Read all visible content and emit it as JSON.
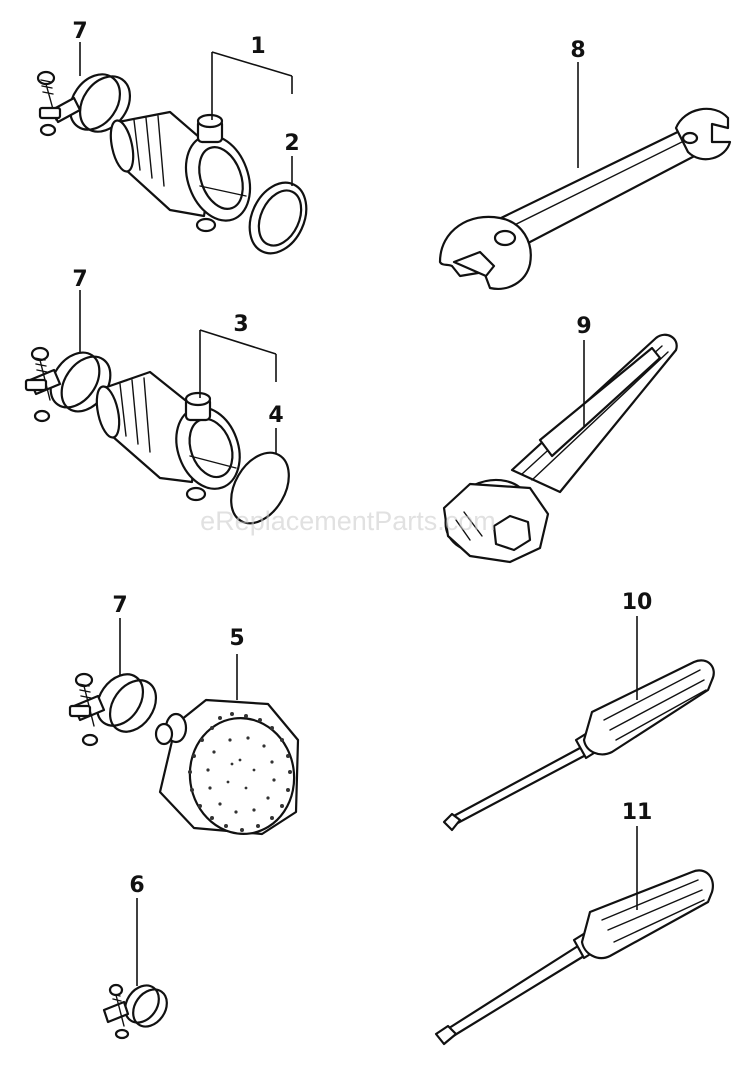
{
  "diagram": {
    "watermark": "eReplacementParts.com",
    "parts": [
      {
        "key": "p1",
        "label": "1"
      },
      {
        "key": "p2",
        "label": "2"
      },
      {
        "key": "p3",
        "label": "3"
      },
      {
        "key": "p4",
        "label": "4"
      },
      {
        "key": "p5",
        "label": "5"
      },
      {
        "key": "p6",
        "label": "6"
      },
      {
        "key": "p7a",
        "label": "7"
      },
      {
        "key": "p7b",
        "label": "7"
      },
      {
        "key": "p7c",
        "label": "7"
      },
      {
        "key": "p8",
        "label": "8"
      },
      {
        "key": "p9",
        "label": "9"
      },
      {
        "key": "p10",
        "label": "10"
      },
      {
        "key": "p11",
        "label": "11"
      }
    ]
  }
}
